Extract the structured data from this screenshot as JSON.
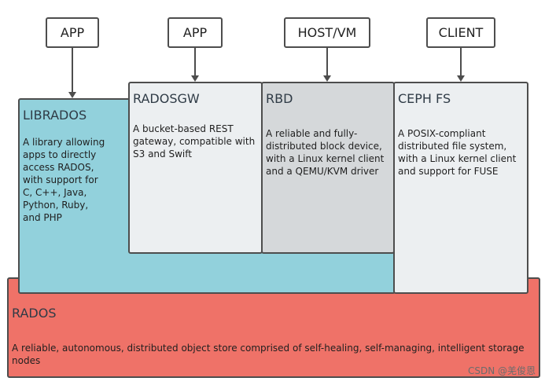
{
  "top_boxes": {
    "app_1": "APP",
    "app_2": "APP",
    "host_vm": "HOST/VM",
    "client": "CLIENT"
  },
  "panels": {
    "librados": {
      "title": "LIBRADOS",
      "lines": [
        "A library allowing",
        "apps to directly",
        "access RADOS,",
        "with support for",
        "C, C++, Java,",
        "Python, Ruby,",
        "and PHP"
      ]
    },
    "radosgw": {
      "title": "RADOSGW",
      "lines": [
        "A bucket-based REST",
        "gateway, compatible with",
        "S3 and Swift"
      ]
    },
    "rbd": {
      "title": "RBD",
      "lines": [
        "A reliable and fully-",
        "distributed block device,",
        "with a Linux kernel client",
        "and a QEMU/KVM driver"
      ]
    },
    "cephfs": {
      "title": "CEPH FS",
      "lines": [
        "A POSIX-compliant",
        "distributed file system,",
        "with a Linux kernel client",
        "and support for FUSE"
      ]
    },
    "rados": {
      "title": "RADOS",
      "lines": [
        "A reliable, autonomous, distributed object store comprised of self-healing, self-managing, intelligent storage",
        "nodes"
      ]
    }
  },
  "watermark": "CSDN @羌俊恩",
  "colors": {
    "librados": "#92d1dc",
    "radosgw": "#eceff1",
    "rbd": "#d5d8da",
    "cephfs": "#eceff1",
    "rados": "#ef7268",
    "border": "#4d4d4d"
  }
}
